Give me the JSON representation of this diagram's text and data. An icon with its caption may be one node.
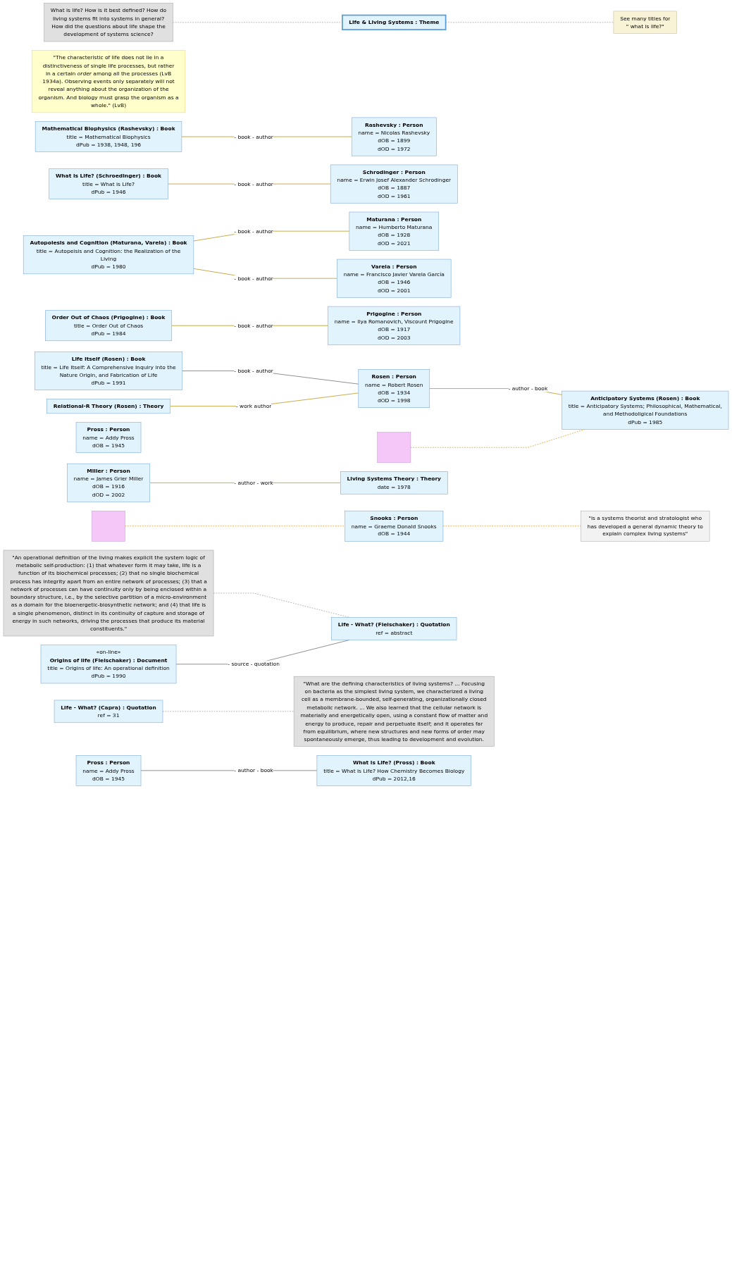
{
  "diagram": {
    "nodes": [
      {
        "text": [
          "What is life? How is it best defined? How do living systems fit into systems in general? How did the questions about life shape the development of systems science?"
        ]
      },
      {
        "text": [
          "Life & Living Systems : Theme"
        ]
      },
      {
        "text": [
          "See many titles for \" what is life?\""
        ]
      },
      {
        "text": [
          "\"The characteristic of life does not lie in a distinctiveness of single life processes, but rather in a certain *order* among all the processes (LvB 1934a). Observing events only separately will not reveal anything about the organization of the organism. And biology must grasp the organism as a whole.\" (LvB)"
        ]
      },
      {
        "text": [
          "Mathematical Biophysics (Rashevsky) : Book",
          "title = Mathematical Biophysics",
          "dPub = 1938, 1948, 196"
        ]
      },
      {
        "text": [
          "Rashevsky : Person",
          "name = Nicolas Rashevsky",
          "dOB = 1899",
          "dOD = 1972"
        ]
      },
      {
        "text": [
          "What is Life? (Schroedinger) : Book",
          "title = What is Life?",
          "dPub = 1946"
        ]
      },
      {
        "text": [
          "Schrodinger : Person",
          "name = Erwin Josef Alexander Schrodinger",
          "dOB = 1887",
          "dOD = 1961"
        ]
      },
      {
        "text": [
          "Autopoiesis and Cognition (Maturana, Varela) : Book",
          "title = Autopeisis and Cognition: the Realization of the Living",
          "dPub = 1980"
        ]
      },
      {
        "text": [
          "Maturana : Person",
          "name = Humberto Maturana",
          "dOB = 1928",
          "dOD = 2021"
        ]
      },
      {
        "text": [
          "Varela : Person",
          "name = Francisco Javier Varela García",
          "dOB = 1946",
          "dOD = 2001"
        ]
      },
      {
        "text": [
          "Order Out of Chaos (Prigogine) : Book",
          "title = Order Out of Chaos",
          "dPub = 1984"
        ]
      },
      {
        "text": [
          "Prigogine : Person",
          "name = Ilya Romanovich, Viscount Prigogine",
          "dOB = 1917",
          "dOD = 2003"
        ]
      },
      {
        "text": [
          "Life Itself (Rosen) : Book",
          "title = Life Itself: A Comprehensive Inquiry into the Nature Origin, and Fabrication of Life",
          "dPub = 1991"
        ]
      },
      {
        "text": [
          "Rosen : Person",
          "name = Robert Rosen",
          "dOB = 1934",
          "dOD = 1998"
        ]
      },
      {
        "text": [
          "Relational-R Theory (Rosen) : Theory"
        ]
      },
      {
        "text": [],
        "shape": "box"
      },
      {
        "text": [
          "Pross : Person",
          "name = Addy Pross",
          "dOB = 1945"
        ]
      },
      {
        "text": [
          "Anticipatory Systems (Rosen) : Book",
          "title = Anticipatory Systems; Philosophical, Mathematical, and Methodoligical Foundations",
          "dPub = 1985"
        ]
      },
      {
        "text": [
          "Miller : Person",
          "name = James Grier Miller",
          "dOB = 1916",
          "dOD = 2002"
        ]
      },
      {
        "text": [
          "Living Systems Theory : Theory",
          "date = 1978"
        ]
      },
      {
        "text": [],
        "shape": "box"
      },
      {
        "text": [
          "Snooks : Person",
          "name = Graeme Donald Snooks",
          "dOB = 1944"
        ]
      },
      {
        "text": [
          "\"is a systems theorist and stratologist who has developed a general dynamic theory to explain complex living systems\""
        ]
      },
      {
        "text": [
          "\"An operational definition of the living makes explicit the system logic of metabolic self-production: (1) that whatever form it may take, life is a function of its biochemical processes; (2) that no single biochemical process has integrity apart from an entire network of processes; (3) that a network of processes can have continuity only by being enclosed within a boundary structure, i.e., by the selective partition of a micro-environment as a domain for the bioenergetic-biosynthetic network; and (4) that life is a single phenomenon, distinct in its continuity of capture and storage of energy in such networks, driving the processes that produce its material constituents.\""
        ]
      },
      {
        "text": [
          "«on-line»",
          "Origins of life (Fleischaker) : Document",
          "title = Origins of life: An operational definition",
          "dPub = 1990"
        ]
      },
      {
        "text": [
          "Life - What? (Fleischaker) : Quotation",
          "ref = abstract"
        ]
      },
      {
        "text": [
          "Life - What? (Capra) : Quotation",
          "ref = 31"
        ]
      },
      {
        "text": [
          "\"What are the defining characteristics of living systems? ... Focusing on bacteria as the simplest living system, we characterized a living cell as a membrane-bounded, self-generating, organizationally closed metabolic network. ... We also learned that the cellular network is materially and energetically open, using a constant flow of matter and energy to produce, repair and perpetuate itself; and it operates far from equilibrium, where new structures and new forms of order may spontaneously emerge, thus leading to development and evolution."
        ]
      },
      {
        "text": [
          "Pross : Person",
          "name = Addy Pross",
          "dOB = 1945"
        ]
      },
      {
        "text": [
          "What is Life? (Pross) : Book",
          "title = What is Life? How Chemistry Becomes Biology",
          "dPub = 2012,16"
        ]
      }
    ],
    "edges": [
      {
        "from": 0,
        "to": 1,
        "arrow": "none",
        "style": "dashed",
        "color": "#a8a8a8"
      },
      {
        "from": 1,
        "to": 2,
        "arrow": "none",
        "style": "dashed",
        "color": "#a8a8a8"
      },
      {
        "from": 4,
        "to": 5,
        "arrow": "none",
        "label": "- book - author"
      },
      {
        "from": 6,
        "to": 7,
        "arrow": "none",
        "label": "- book - author"
      },
      {
        "from": 8,
        "to": 9,
        "arrow": "none",
        "label": "- book - author"
      },
      {
        "from": 8,
        "to": 10,
        "arrow": "none",
        "label": "- book - author"
      },
      {
        "from": 11,
        "to": 12,
        "arrow": "none",
        "label": "- book - author"
      },
      {
        "from": 13,
        "to": 14,
        "arrow": "none",
        "label": "- book - author",
        "color": "#808080"
      },
      {
        "from": 15,
        "to": 14,
        "arrow": "none",
        "label": "- work author"
      },
      {
        "from": 14,
        "to": 18,
        "arrow": "none",
        "label": "- author - book"
      },
      {
        "from": 16,
        "to": 18,
        "arrow": "none",
        "style": "dashed",
        "color": "#e0a030"
      },
      {
        "from": 19,
        "to": 20,
        "arrow": "none",
        "label": "- author - work"
      },
      {
        "from": 21,
        "to": 22,
        "arrow": "none",
        "style": "dashed",
        "color": "#e0a030"
      },
      {
        "from": 22,
        "to": 23,
        "arrow": "none",
        "style": "dashed",
        "color": "#e0a030"
      },
      {
        "from": 24,
        "to": 26,
        "arrow": "none",
        "style": "dashed",
        "color": "#a8a8a8"
      },
      {
        "from": 25,
        "to": 26,
        "arrow": "none",
        "label": "- source - quotation",
        "color": "#808080"
      },
      {
        "from": 27,
        "to": 28,
        "arrow": "none",
        "style": "dashed",
        "color": "#a8a8a8"
      },
      {
        "from": 29,
        "to": 30,
        "arrow": "none",
        "label": "- author - book",
        "color": "#808080"
      }
    ]
  }
}
